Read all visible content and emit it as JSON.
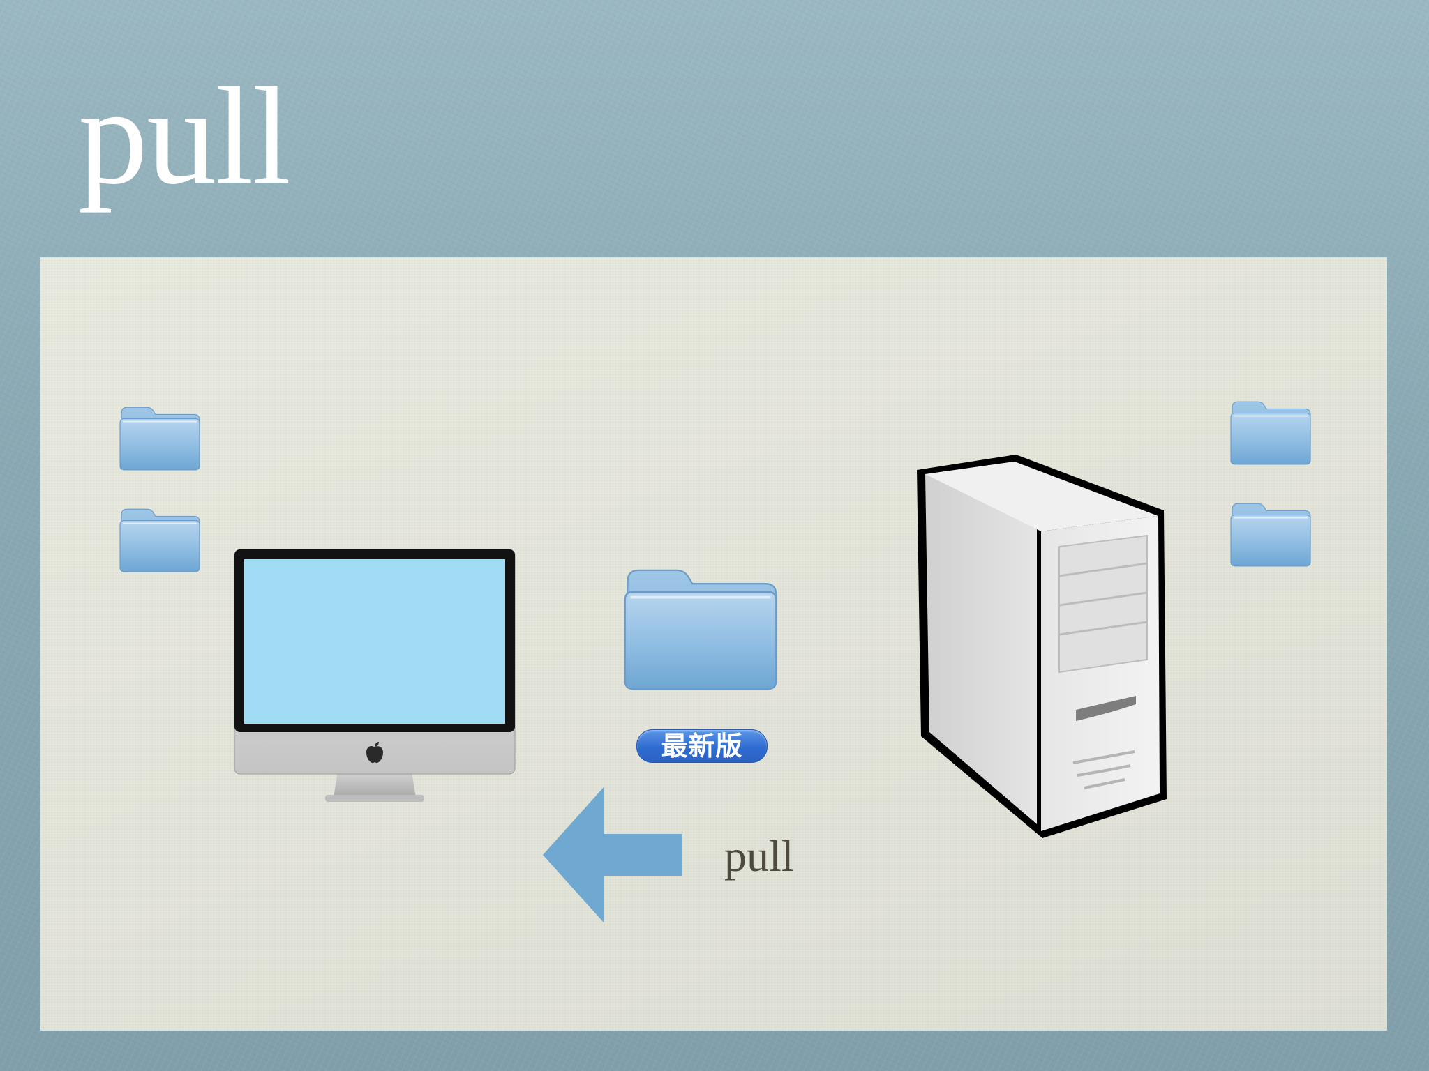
{
  "slide": {
    "title": "pull"
  },
  "diagram": {
    "badge_text": "最新版",
    "arrow_label": "pull",
    "colors": {
      "folder": "#8cb8dc",
      "arrow": "#6fa8d0",
      "screen": "#a0dcf4",
      "badge": "#2f6cd0"
    },
    "icons": {
      "client": "imac-computer-icon",
      "server": "server-tower-icon",
      "folder": "folder-icon",
      "arrow": "left-arrow-icon"
    }
  }
}
